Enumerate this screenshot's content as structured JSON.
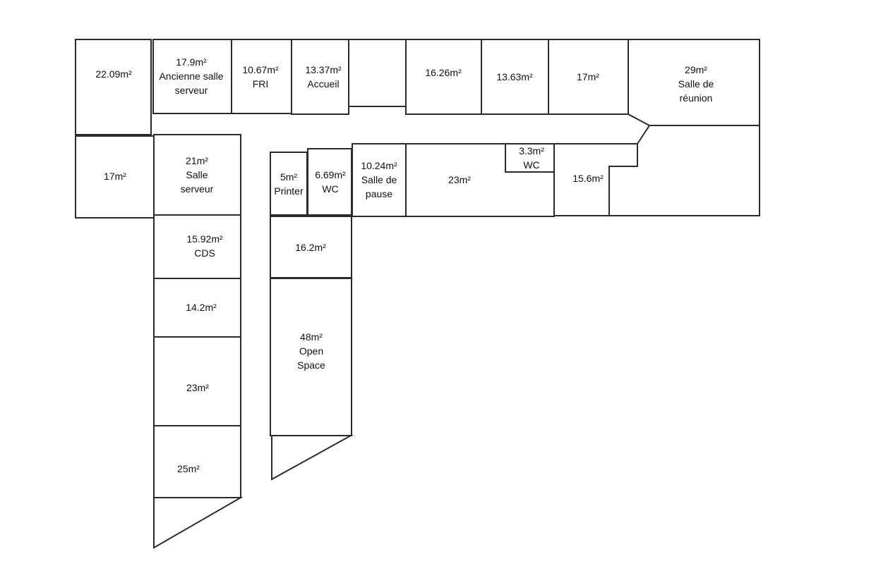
{
  "rooms": [
    {
      "id": "r-a1",
      "lines": [
        "22.09m²"
      ]
    },
    {
      "id": "r-a2",
      "lines": [
        "17.9m²",
        "Ancienne salle",
        "serveur"
      ]
    },
    {
      "id": "r-a3",
      "lines": [
        "10.67m²",
        "FRI"
      ]
    },
    {
      "id": "r-a4",
      "lines": [
        "13.37m²",
        "Accueil"
      ]
    },
    {
      "id": "r-a5",
      "lines": []
    },
    {
      "id": "r-a6",
      "lines": [
        "16.26m²"
      ]
    },
    {
      "id": "r-a7",
      "lines": [
        "13.63m²"
      ]
    },
    {
      "id": "r-a8",
      "lines": [
        "17m²"
      ]
    },
    {
      "id": "r-a9",
      "lines": [
        "29m²",
        "Salle de",
        "réunion"
      ]
    },
    {
      "id": "r-a10",
      "lines": []
    },
    {
      "id": "r-b1",
      "lines": [
        "17m²"
      ]
    },
    {
      "id": "r-b2",
      "lines": [
        "21m²",
        "Salle",
        "serveur"
      ]
    },
    {
      "id": "r-c1",
      "lines": [
        "15.92m²",
        "CDS"
      ]
    },
    {
      "id": "r-c2",
      "lines": [
        "14.2m²"
      ]
    },
    {
      "id": "r-c3",
      "lines": [
        "23m²"
      ]
    },
    {
      "id": "r-c4",
      "lines": [
        "25m²"
      ]
    },
    {
      "id": "r-c5",
      "lines": []
    },
    {
      "id": "r-d1",
      "lines": [
        "5m²",
        "Printer"
      ]
    },
    {
      "id": "r-d2",
      "lines": [
        "6.69m²",
        "WC"
      ]
    },
    {
      "id": "r-d3",
      "lines": [
        "10.24m²",
        "Salle de",
        "pause"
      ]
    },
    {
      "id": "r-d4",
      "lines": [
        "23m²"
      ]
    },
    {
      "id": "r-d5",
      "lines": [
        "3.3m²",
        "WC"
      ]
    },
    {
      "id": "r-d6",
      "lines": [
        "15.6m²"
      ]
    },
    {
      "id": "r-e1",
      "lines": [
        "16.2m²"
      ]
    },
    {
      "id": "r-e2",
      "lines": [
        "48m²",
        "Open",
        "Space"
      ]
    },
    {
      "id": "r-e3",
      "lines": []
    }
  ]
}
